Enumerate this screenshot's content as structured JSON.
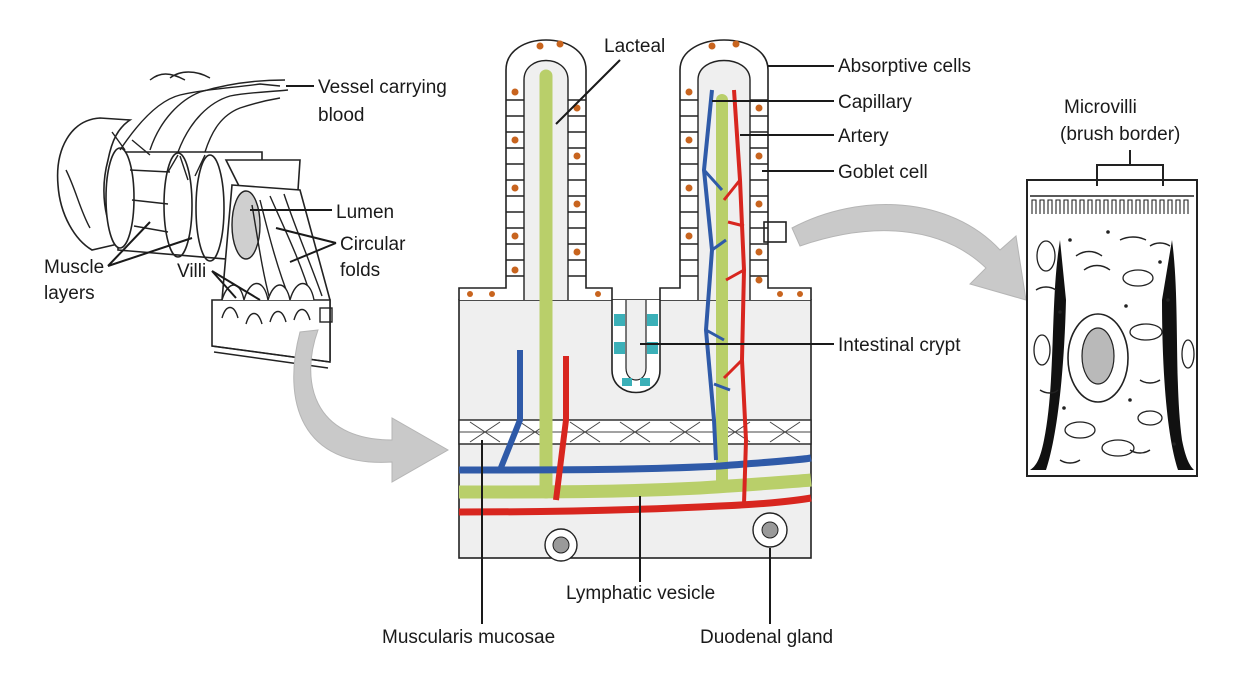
{
  "labels": {
    "vessel": "Vessel carrying",
    "blood": "blood",
    "lumen": "Lumen",
    "circular": "Circular",
    "folds": "folds",
    "muscle": "Muscle",
    "layers": "layers",
    "villi": "Villi",
    "lacteal": "Lacteal",
    "absorptive": "Absorptive cells",
    "capillary": "Capillary",
    "artery": "Artery",
    "goblet": "Goblet cell",
    "microvilli": "Microvilli",
    "brush": "(brush border)",
    "crypt": "Intestinal crypt",
    "lymphatic": "Lymphatic vesicle",
    "muscularis": "Muscularis mucosae",
    "duodenal": "Duodenal gland"
  },
  "colors": {
    "lacteal_green": "#b9cf6a",
    "capillary_blue": "#2f5aa8",
    "artery_red": "#d8261f",
    "goblet_orange": "#c8641e",
    "crypt_teal": "#3bb0b8",
    "arrow_gray": "#c9c9c9",
    "tissue_fill": "#efefef"
  }
}
